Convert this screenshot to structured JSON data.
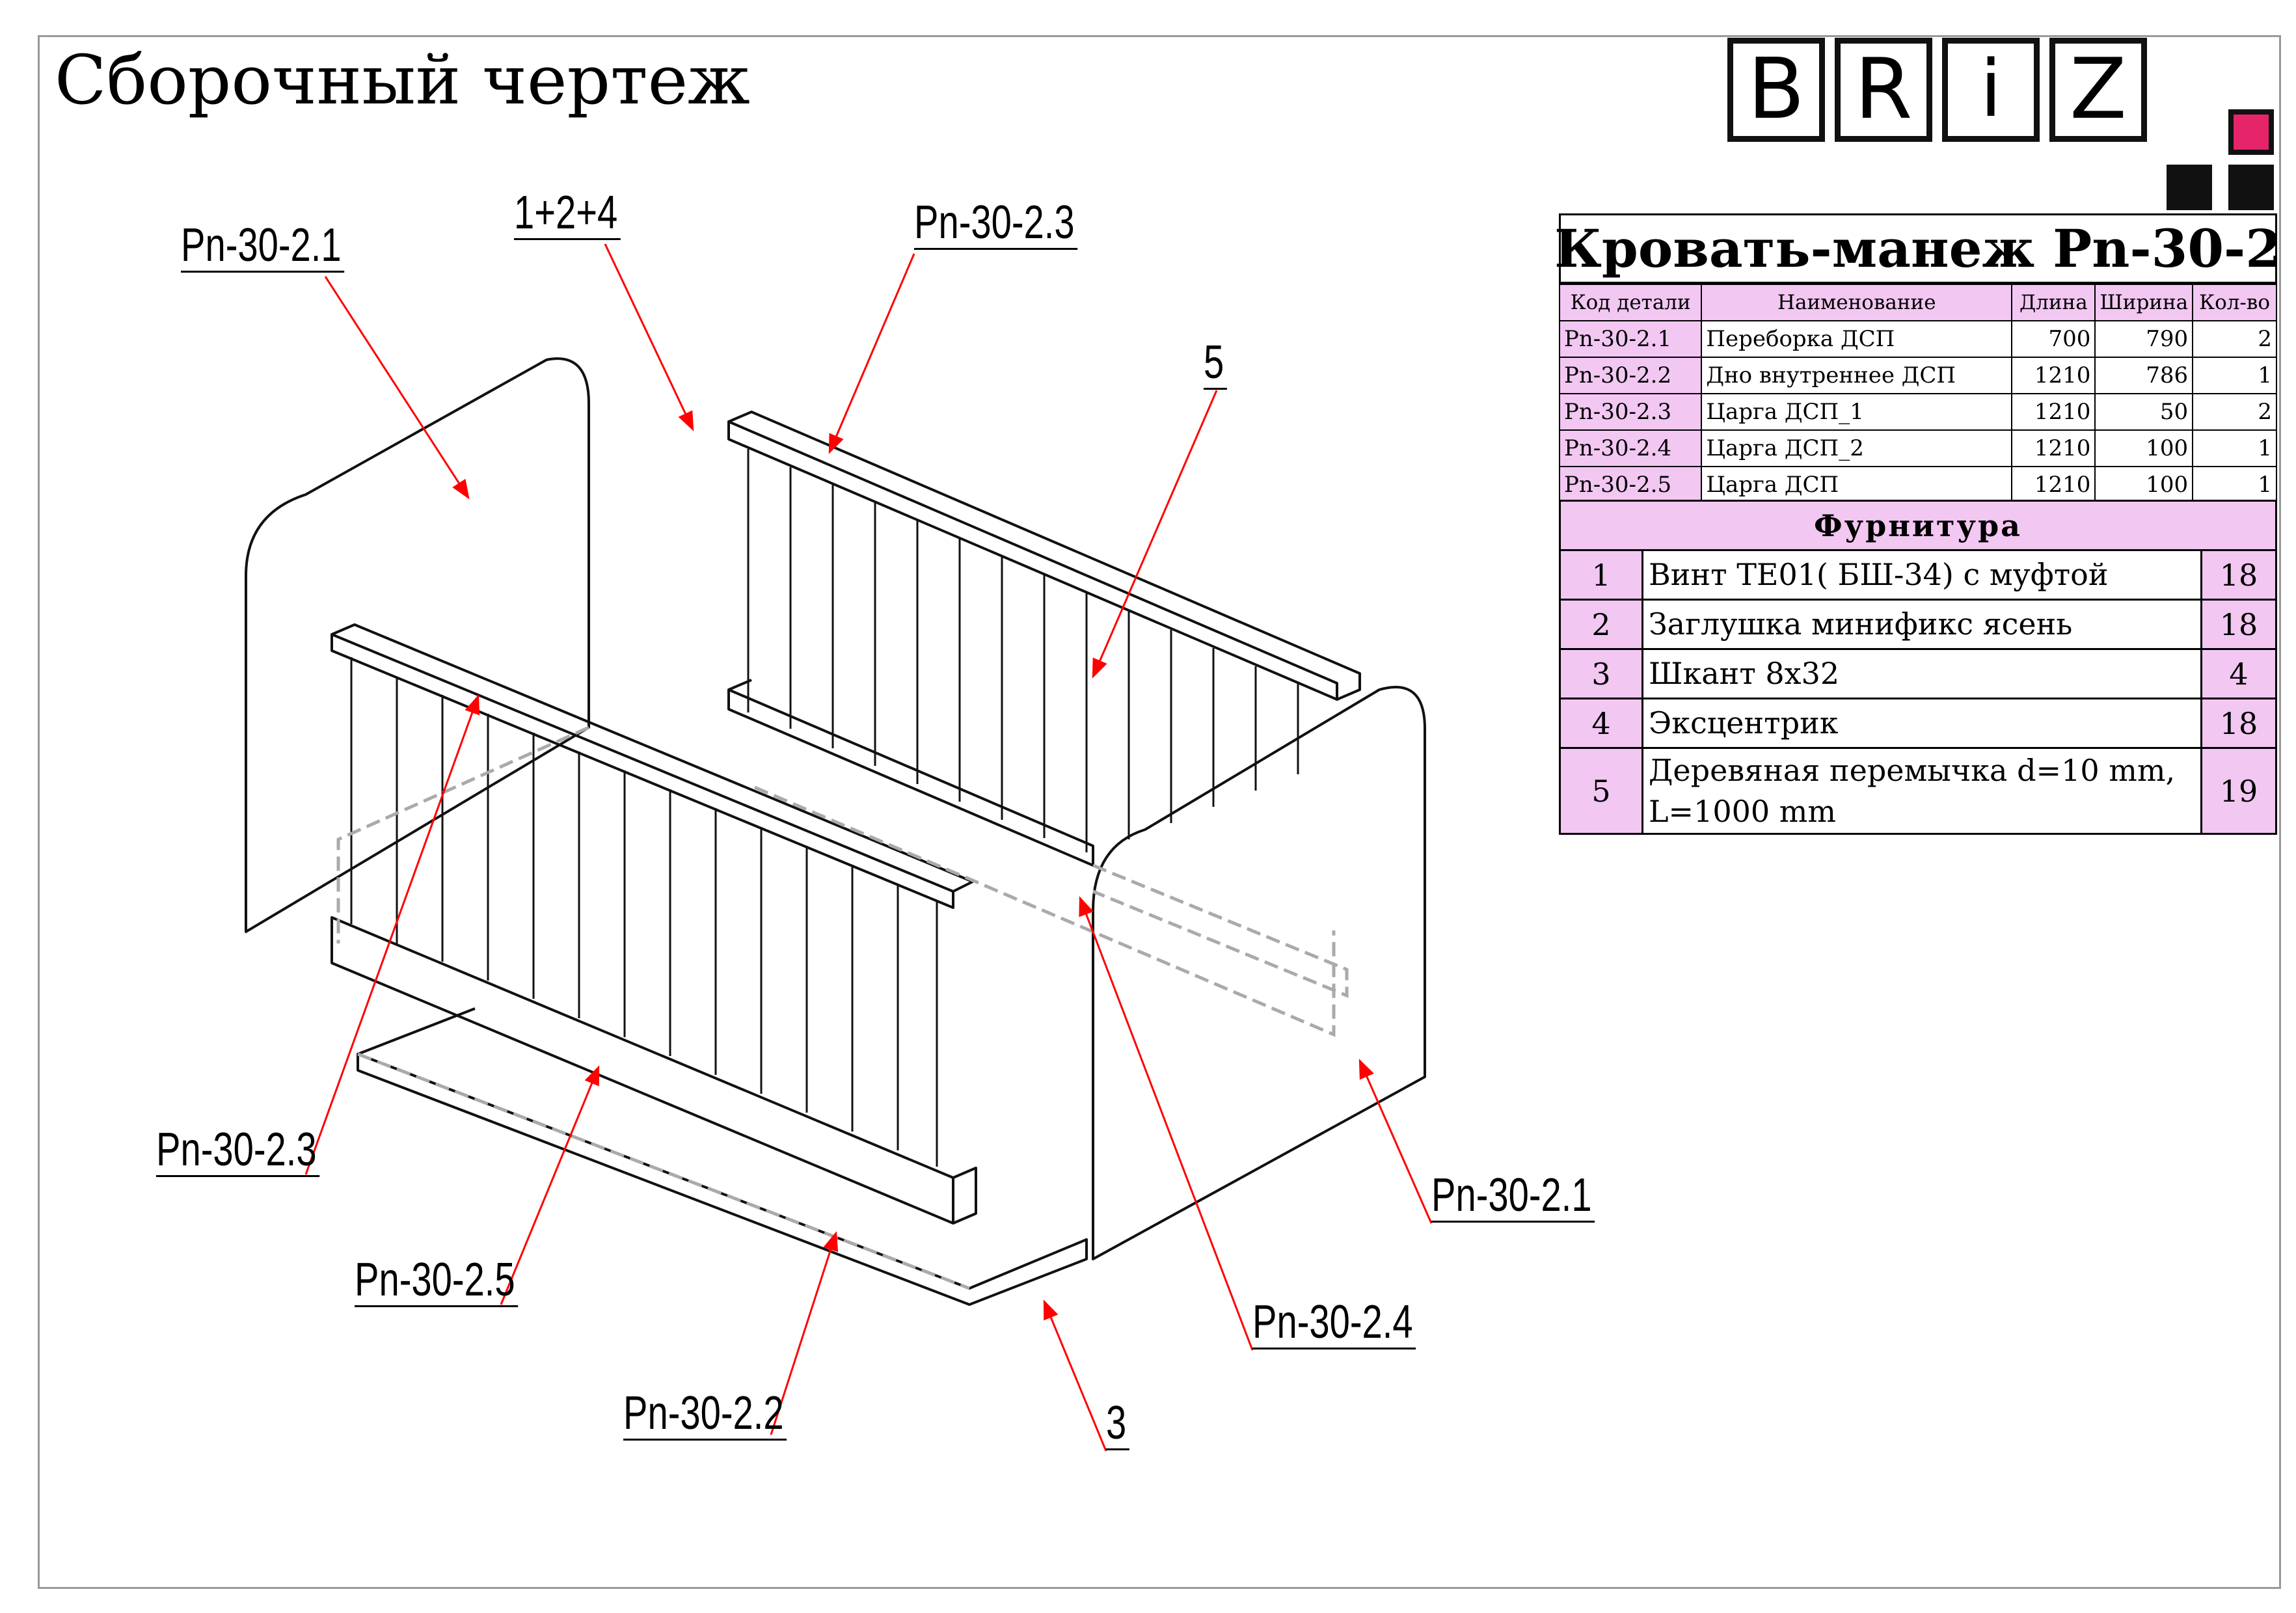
{
  "title": "Сборочный чертеж",
  "logo": {
    "letters": [
      "B",
      "R",
      "i",
      "Z"
    ],
    "accent_color": "#e6246a"
  },
  "product": "Кровать-манеж Pn-30-2",
  "parts": {
    "headers": [
      "Код детали",
      "Наименование",
      "Длина",
      "Ширина",
      "Кол-во"
    ],
    "rows": [
      {
        "code": "Pn-30-2.1",
        "name": "Переборка ДСП",
        "length": "700",
        "width": "790",
        "qty": "2"
      },
      {
        "code": "Pn-30-2.2",
        "name": "Дно внутреннее ДСП",
        "length": "1210",
        "width": "786",
        "qty": "1"
      },
      {
        "code": "Pn-30-2.3",
        "name": "Царга ДСП_1",
        "length": "1210",
        "width": "50",
        "qty": "2"
      },
      {
        "code": "Pn-30-2.4",
        "name": "Царга ДСП_2",
        "length": "1210",
        "width": "100",
        "qty": "1"
      },
      {
        "code": "Pn-30-2.5",
        "name": "Царга ДСП",
        "length": "1210",
        "width": "100",
        "qty": "1"
      }
    ]
  },
  "hardware": {
    "header": "Фурнитура",
    "rows": [
      {
        "num": "1",
        "name": "Винт ТЕ01( БШ-34) с муфтой",
        "qty": "18"
      },
      {
        "num": "2",
        "name": "Заглушка минификс ясень",
        "qty": "18"
      },
      {
        "num": "3",
        "name": "Шкант 8х32",
        "qty": "4"
      },
      {
        "num": "4",
        "name": "Эксцентрик",
        "qty": "18"
      },
      {
        "num": "5",
        "name": "Деревяная перемычка d=10 mm, L=1000 mm",
        "qty": "19"
      }
    ]
  },
  "callouts": {
    "c1": "Pn-30-2.1",
    "c2": "1+2+4",
    "c3": "Pn-30-2.3",
    "c4": "5",
    "c5": "Pn-30-2.3",
    "c6": "Pn-30-2.1",
    "c7": "Pn-30-2.5",
    "c8": "Pn-30-2.4",
    "c9": "Pn-30-2.2",
    "c10": "3"
  },
  "colors": {
    "leader": "#ff0000",
    "hidden_line": "#aaaaaa",
    "table_fill": "#f2c7f2"
  }
}
